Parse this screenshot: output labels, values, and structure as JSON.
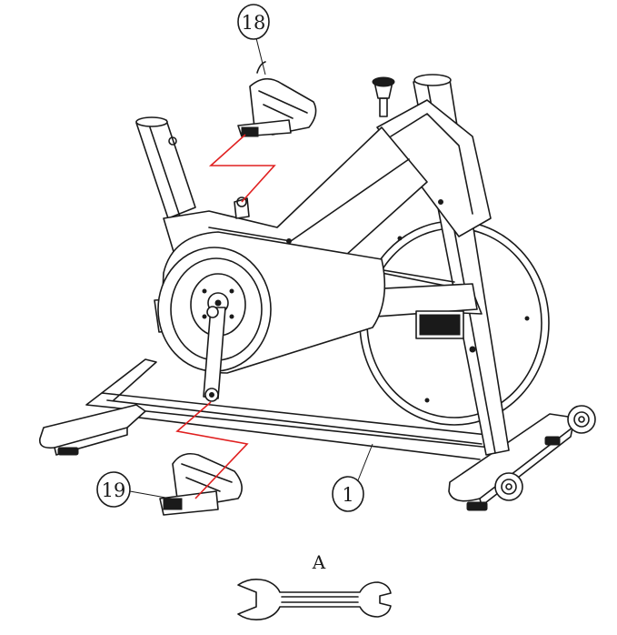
{
  "callouts": {
    "pedal_right": "18",
    "pedal_left": "19",
    "frame": "1"
  },
  "tool": {
    "label": "A",
    "icon": "wrench-icon"
  },
  "colors": {
    "line": "#1a1a1a",
    "assembly_path": "#e02020",
    "background": "#ffffff"
  }
}
